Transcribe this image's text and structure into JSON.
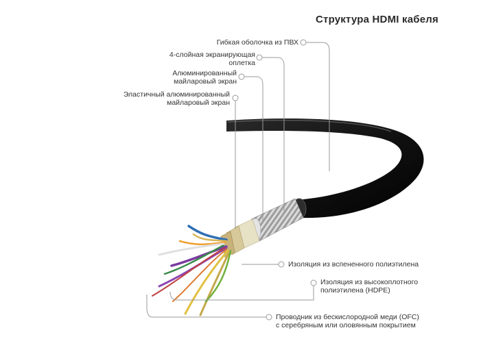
{
  "title": "Структура HDMI кабеля",
  "labels": {
    "pvc_jacket": "Гибкая оболочка из ПВХ",
    "braid_line1": "4-слойная экранирующая",
    "braid_line2": "оплетка",
    "al_mylar_line1": "Алюминированный",
    "al_mylar_line2": "майларовый экран",
    "elastic_mylar_line1": "Эластичный алюминированный",
    "elastic_mylar_line2": "майларовый экран",
    "foam_pe": "Изоляция из вспененного полиэтилена",
    "hdpe_line1": "Изоляция из высокоплотного",
    "hdpe_line2": "полиэтилена (HDPE)",
    "ofc_line1": "Проводник из бескислородной меди (OFC)",
    "ofc_line2": "с серебряным или оловянным покрытием"
  },
  "colors": {
    "leader_line": "#9a9a9a",
    "jacket": "#141414",
    "braid": "#c9c9c9",
    "foil": "#d8d2b8"
  }
}
